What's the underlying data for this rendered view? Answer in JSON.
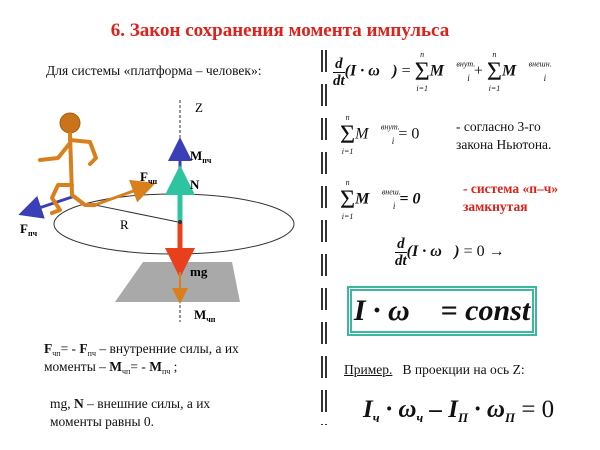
{
  "slide": {
    "title": "6. Закон сохранения момента импульса",
    "intro": "Для системы «платформа – человек»:"
  },
  "diagram": {
    "axis_label": "Z",
    "radius_label": "R",
    "labels": {
      "M_pch": "M",
      "M_pch_sub": "пч",
      "N": "N",
      "mg": "mg",
      "M_chp": "M",
      "M_chp_sub": "чп",
      "F_chp": "F",
      "F_chp_sub": "чп",
      "F_pch": "F",
      "F_pch_sub": "пч"
    },
    "colors": {
      "person": "#d9801c",
      "blue_arrow": "#3a3fb8",
      "teal_arrow": "#2ec4a0",
      "red_arrow": "#e8401c",
      "orange_arrow": "#d9801c",
      "platform_base": "#a9a9a9"
    }
  },
  "notes": {
    "line1_F1": "F",
    "line1_F1_sub": "чп",
    "line1_mid": "= - ",
    "line1_F2": "F",
    "line1_F2_sub": "пч",
    "line1_end": " – внутренние силы, а их",
    "line2_start": "моменты –  ",
    "line2_M1": "M",
    "line2_M1_sub": "чп",
    "line2_mid": "= - ",
    "line2_M2": "M",
    "line2_M2_sub": "пч",
    "line2_end": " ;",
    "line3_start": "mg, ",
    "line3_N": "N",
    "line3_end": " – внешние силы, а их",
    "line4": "моменты равны 0."
  },
  "formulas": {
    "d": "d",
    "dt": "dt",
    "Iomega": "(I · ω⃗)",
    "eq": "=",
    "plus": "+",
    "sum_top": "n",
    "sum_bottom": "i=1",
    "sigma": "Σ",
    "M": "M⃗",
    "i": "i",
    "internal": "внут.",
    "external_full": "внешн.",
    "external": "внеш.",
    "zero": "= 0",
    "zero_bold": "= 0",
    "arrow_result": "= 0 →",
    "boxed": "I · ω⃗ = const",
    "projection": "I<sub>ч</sub> · ω<sub>ч</sub> – I<sub>П</sub> · ω<sub>П</sub> = 0",
    "projection_parts": [
      "I",
      "ч",
      " · ω",
      "ч",
      " – I",
      "П",
      " · ω",
      "П",
      " = 0"
    ]
  },
  "comments": {
    "newton_1": "- согласно 3-го",
    "newton_2": "закона Ньютона.",
    "closed_1": "- система «п–ч»",
    "closed_2": "замкнутая",
    "closed_color": "#e0201a"
  },
  "example": {
    "label": "Пример.",
    "text": "В проекции на ось Z:"
  }
}
